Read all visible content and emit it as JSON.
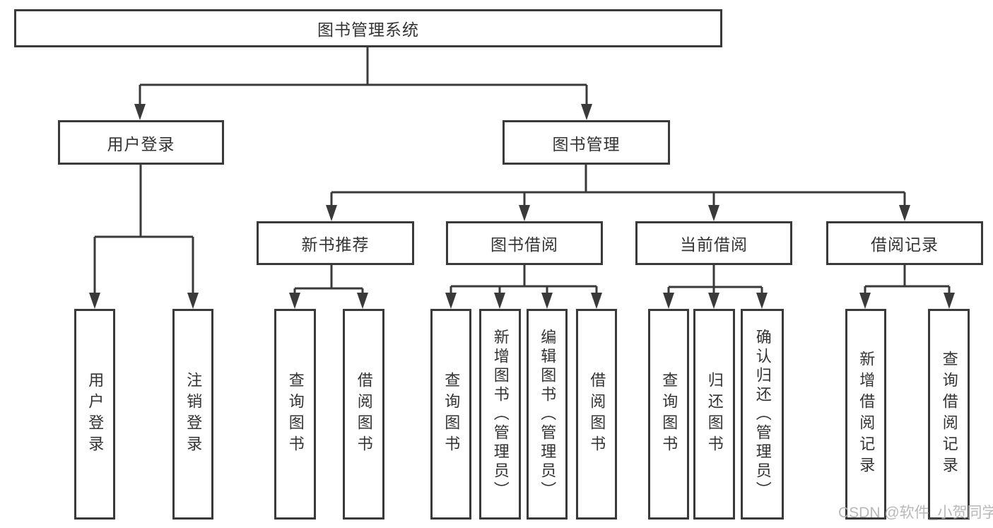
{
  "diagram": {
    "colors": {
      "line": "#3a3a3a",
      "text": "#333333",
      "watermark": "#b3b3b3",
      "background": "#ffffff"
    },
    "tree": {
      "root": "图书管理系统",
      "branches": [
        {
          "label": "用户登录",
          "children": [
            "用户登录",
            "注销登录"
          ]
        },
        {
          "label": "图书管理",
          "children": [
            {
              "label": "新书推荐",
              "children": [
                "查询图书",
                "借阅图书"
              ]
            },
            {
              "label": "图书借阅",
              "children": [
                "查询图书",
                "新增图书（管理员）",
                "编辑图书（管理员）",
                "借阅图书"
              ]
            },
            {
              "label": "当前借阅",
              "children": [
                "查询图书",
                "归还图书",
                "确认归还（管理员）"
              ]
            },
            {
              "label": "借阅记录",
              "children": [
                "新增借阅记录",
                "查询借阅记录"
              ]
            }
          ]
        }
      ]
    }
  },
  "watermark": {
    "text": "CSDN @软件_小贺同学"
  }
}
